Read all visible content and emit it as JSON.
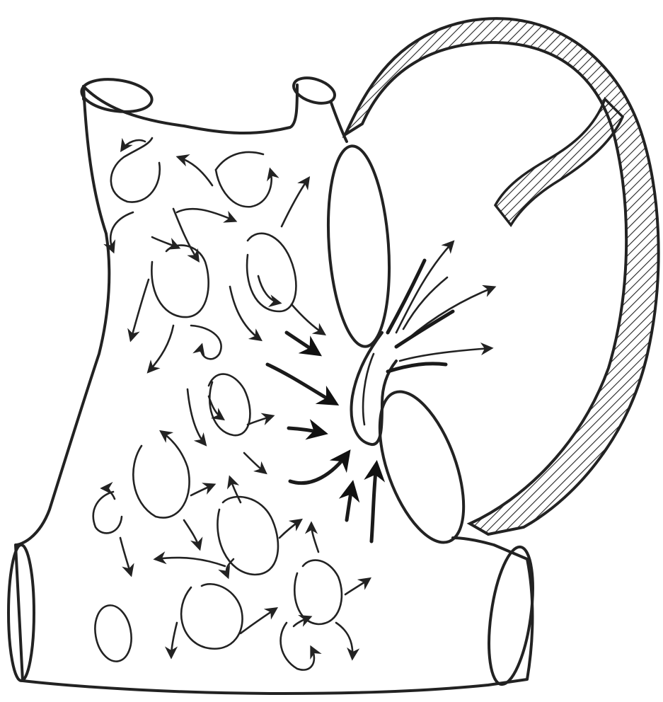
{
  "figure": {
    "description_labels": [],
    "colors": {
      "ink": "#222222",
      "background": "#ffffff",
      "hatch": "#222222"
    },
    "parts": [
      "atrium-body",
      "superior-vein-stub-left",
      "superior-vein-stub-right",
      "inferior-vein-stub-left",
      "inferior-vein-stub-right",
      "atrial-appendage-hatched-wall",
      "orifice-ellipse-upper",
      "orifice-ellipse-lower",
      "jet-nozzle",
      "jet-streamlines",
      "swirl-flow-arrows"
    ]
  }
}
